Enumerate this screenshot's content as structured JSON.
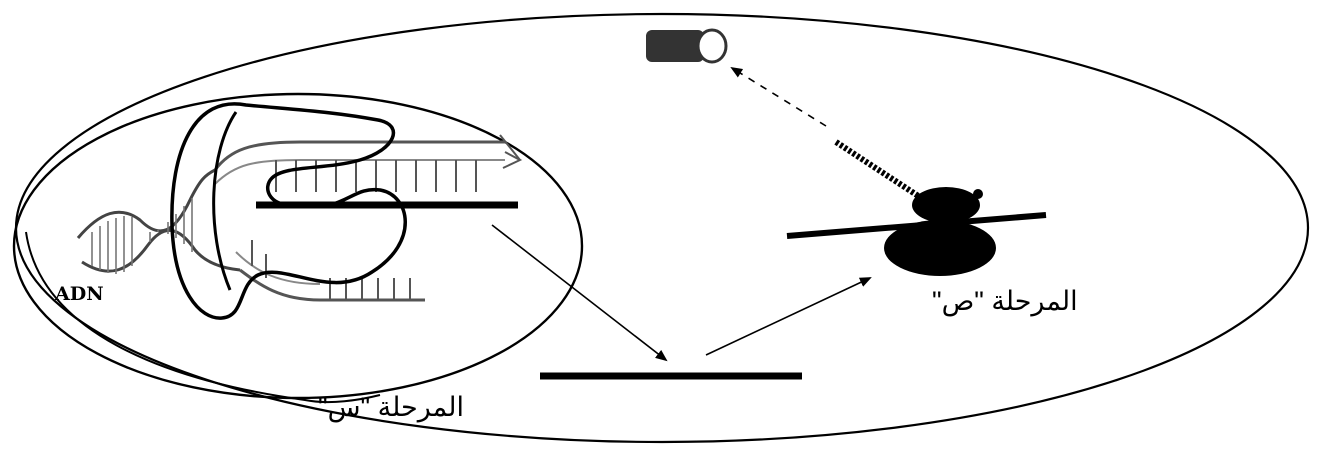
{
  "diagram": {
    "labels": {
      "dna": "ADN",
      "phase_x": "المرحلة \"س\"",
      "phase_y": "المرحلة \"ص\""
    },
    "colors": {
      "ink": "#000000",
      "shade": "#777777",
      "background": "#ffffff"
    }
  }
}
